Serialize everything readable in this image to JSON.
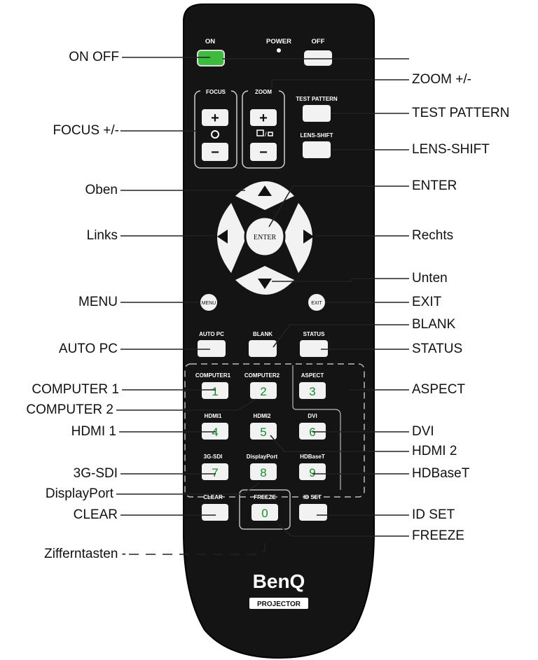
{
  "remote": {
    "power": {
      "on": "ON",
      "label": "POWER",
      "off": "OFF"
    },
    "focus": {
      "label": "FOCUS",
      "plus": "+",
      "minus": "−"
    },
    "zoom": {
      "label": "ZOOM",
      "plus": "+",
      "minus": "−",
      "icon_label": "▢/▫"
    },
    "test_pattern": "TEST PATTERN",
    "lens_shift": "LENS-SHIFT",
    "enter": "ENTER",
    "menu": "MENU",
    "exit": "EXIT",
    "auto_pc": "AUTO PC",
    "blank": "BLANK",
    "status": "STATUS",
    "computer1": "COMPUTER1",
    "computer2": "COMPUTER2",
    "aspect": "ASPECT",
    "hdmi1": "HDMI1",
    "hdmi2": "HDMI2",
    "dvi": "DVI",
    "sdi": "3G-SDI",
    "displayport": "DisplayPort",
    "hdbaset": "HDBaseT",
    "clear": "CLEAR",
    "freeze": "FREEZE",
    "id_set": "ID SET",
    "digits": [
      "1",
      "2",
      "3",
      "4",
      "5",
      "6",
      "7",
      "8",
      "9",
      "0"
    ],
    "brand": "BenQ",
    "brand_sub": "PROJECTOR"
  },
  "colors": {
    "body": "#141414",
    "button": "#f2f2f2",
    "on_button": "#3dbb3d",
    "digit": "#1b8a2c"
  },
  "callouts_left": {
    "on_off": "ON OFF",
    "focus": "FOCUS +/-",
    "oben": "Oben",
    "links": "Links",
    "menu": "MENU",
    "auto_pc": "AUTO PC",
    "computer1": "COMPUTER 1",
    "computer2": "COMPUTER 2",
    "hdmi1": "HDMI 1",
    "sdi": "3G-SDI",
    "displayport": "DisplayPort",
    "clear": "CLEAR",
    "zifferntasten": "Zifferntasten -"
  },
  "callouts_right": {
    "zoom": "ZOOM +/-",
    "test_pattern": "TEST PATTERN",
    "lens_shift": "LENS-SHIFT",
    "enter": "ENTER",
    "rechts": "Rechts",
    "unten": "Unten",
    "exit": "EXIT",
    "blank": "BLANK",
    "status": "STATUS",
    "aspect": "ASPECT",
    "dvi": "DVI",
    "hdmi2": "HDMI 2",
    "hdbaset": "HDBaseT",
    "id_set": "ID SET",
    "freeze": "FREEZE"
  }
}
